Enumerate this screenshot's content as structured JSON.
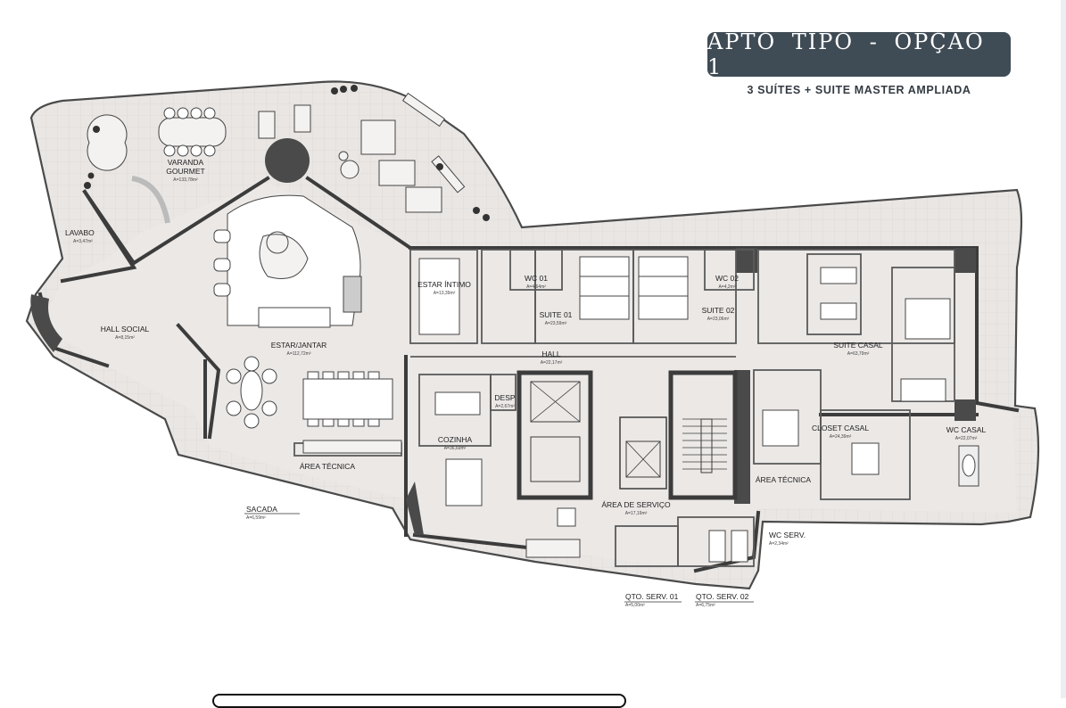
{
  "header": {
    "title": "APTO TIPO - OPÇÃO 1",
    "subtitle": "3 SUÍTES + SUITE MASTER AMPLIADA"
  },
  "rooms": {
    "varanda_gourmet": {
      "name_1": "VARANDA",
      "name_2": "GOURMET",
      "area": "A=133,78m²"
    },
    "lavabo": {
      "name": "LAVABO",
      "area": "A=3,47m²"
    },
    "hall_social": {
      "name": "HALL SOCIAL",
      "area": "A=8,15m²"
    },
    "estar_jantar": {
      "name": "ESTAR/JANTAR",
      "area": "A=112,72m²"
    },
    "estar_intimo": {
      "name": "ESTAR ÍNTIMO",
      "area": "A=13,39m²"
    },
    "wc01": {
      "name": "WC 01",
      "area": "A=4,64m²"
    },
    "suite01": {
      "name": "SUITE 01",
      "area": "A=23,59m²"
    },
    "wc02": {
      "name": "WC 02",
      "area": "A=4,2m²"
    },
    "suite02": {
      "name": "SUITE 02",
      "area": "A=23,06m²"
    },
    "suite_casal": {
      "name": "SUITE CASAL",
      "area": "A=63,79m²"
    },
    "hall": {
      "name": "HALL",
      "area": "A=22,17m²"
    },
    "desp": {
      "name": "DESP",
      "area": "A=2,67m²"
    },
    "cozinha": {
      "name": "COZINHA",
      "area": "A=36,69m²"
    },
    "area_tecnica_1": {
      "name": "ÁREA TÉCNICA"
    },
    "sacada": {
      "name": "SACADA",
      "area": "A=6,59m²"
    },
    "area_servico": {
      "name": "ÁREA DE SERVIÇO",
      "area": "A=17,19m²"
    },
    "closet_casal": {
      "name": "CLOSET CASAL",
      "area": "A=24,39m²"
    },
    "wc_casal": {
      "name": "WC CASAL",
      "area": "A=22,07m²"
    },
    "area_tecnica_2": {
      "name": "ÁREA TÉCNICA"
    },
    "wc_serv": {
      "name": "WC SERV.",
      "area": "A=2,34m²"
    },
    "qto_serv01": {
      "name": "QTO. SERV. 01",
      "area": "A=5,00m²"
    },
    "qto_serv02": {
      "name": "QTO. SERV. 02",
      "area": "A=6,75m²"
    }
  },
  "colors": {
    "floor": "#e9e6e4",
    "wall": "#3c3c3c",
    "badge": "#3f4b55"
  }
}
